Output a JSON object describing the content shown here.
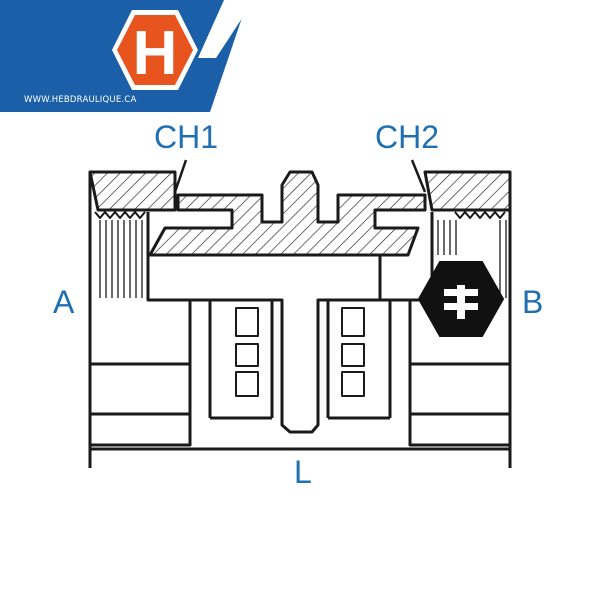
{
  "brand": {
    "logo_letter": "H",
    "website": "WWW.HEBDRAULIQUE.CA",
    "colors": {
      "banner_blue": "#1a5fa8",
      "hex_orange": "#e8541e",
      "label_blue": "#1f6fb3"
    }
  },
  "labels": {
    "ch1": "CH1",
    "ch2": "CH2",
    "a": "A",
    "b": "B",
    "l": "L"
  },
  "icons": {
    "hex_symbol": "hex-nut-icon"
  }
}
